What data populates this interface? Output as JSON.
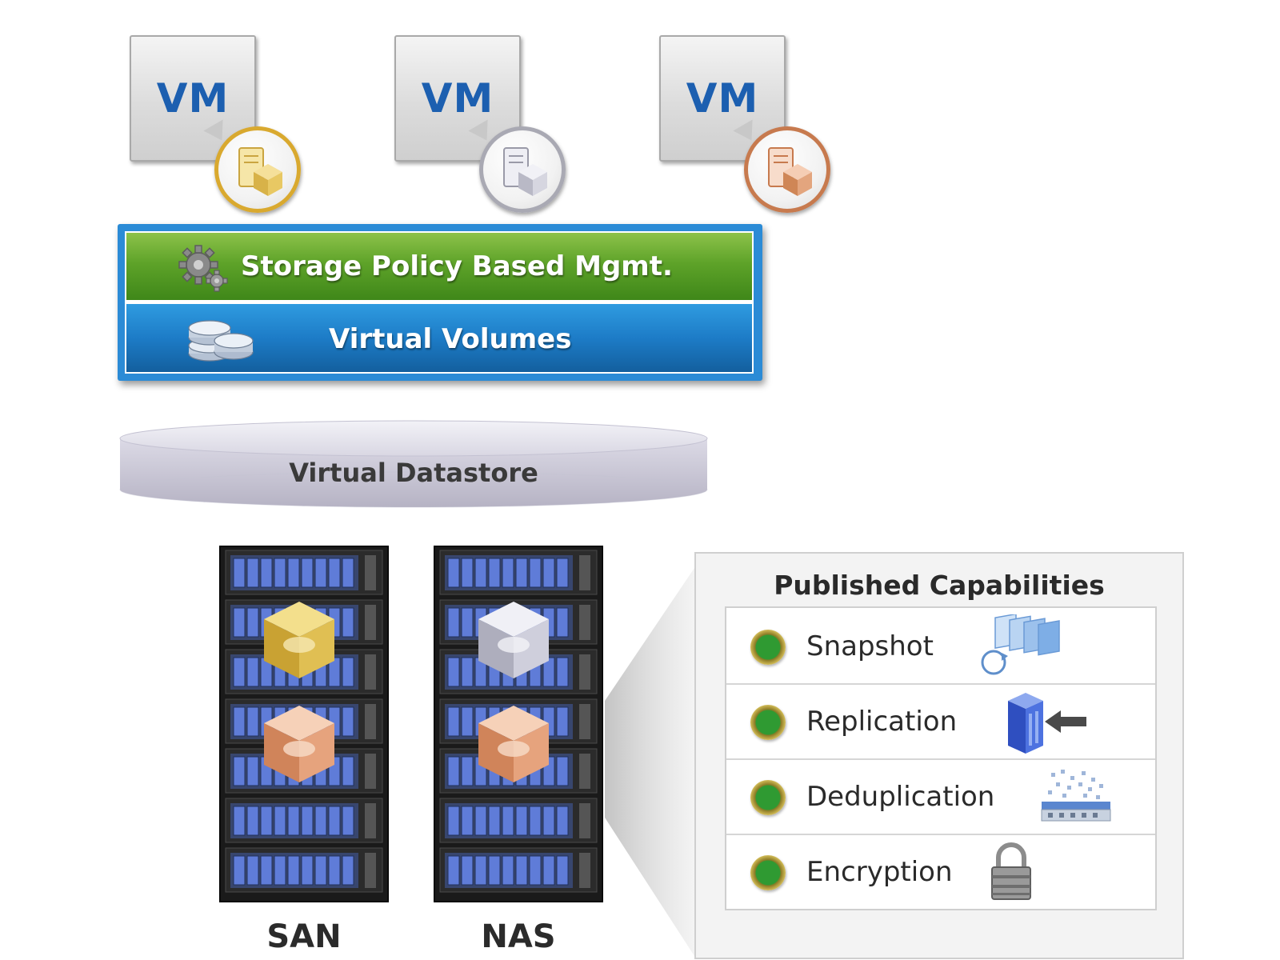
{
  "vms": [
    {
      "label": "VM",
      "policy_color": "gold"
    },
    {
      "label": "VM",
      "policy_color": "silver"
    },
    {
      "label": "VM",
      "policy_color": "bronze"
    }
  ],
  "stack": {
    "spbm_label": "Storage Policy Based Mgmt.",
    "vvol_label": "Virtual Volumes"
  },
  "datastore": {
    "label": "Virtual Datastore"
  },
  "arrays": [
    {
      "label": "SAN",
      "objects": [
        "gold",
        "bronze"
      ]
    },
    {
      "label": "NAS",
      "objects": [
        "silver",
        "bronze"
      ]
    }
  ],
  "capabilities": {
    "title": "Published Capabilities",
    "items": [
      {
        "label": "Snapshot",
        "icon": "snapshot-icon"
      },
      {
        "label": "Replication",
        "icon": "replication-icon"
      },
      {
        "label": "Deduplication",
        "icon": "deduplication-icon"
      },
      {
        "label": "Encryption",
        "icon": "lock-icon"
      }
    ]
  },
  "colors": {
    "gold": "#d9a92f",
    "silver": "#a9a9b3",
    "bronze": "#c77a4e",
    "spbm_green": "#5ea329",
    "vvol_blue": "#1d7cc7",
    "frame_blue": "#2b8bd6",
    "vm_text_blue": "#1c5fb0"
  }
}
